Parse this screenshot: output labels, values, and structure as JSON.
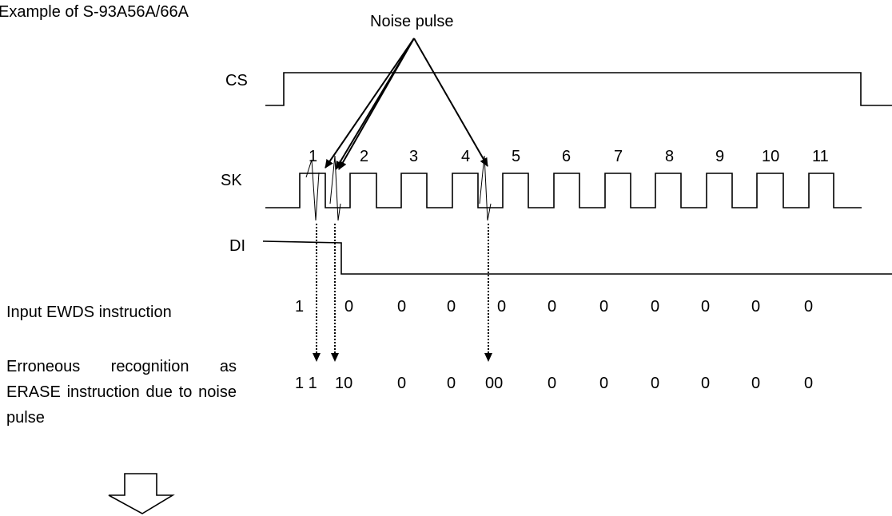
{
  "caption": "Example of S-93A56A/66A",
  "noise_label": "Noise pulse",
  "signals": {
    "cs": "CS",
    "sk": "SK",
    "di": "DI"
  },
  "clock_numbers": [
    "1",
    "2",
    "3",
    "4",
    "5",
    "6",
    "7",
    "8",
    "9",
    "10",
    "11"
  ],
  "rows": {
    "input_label": "Input EWDS instruction",
    "input_bits": [
      "1",
      "0",
      "0",
      "0",
      "0",
      "0",
      "0",
      "0",
      "0",
      "0",
      "0"
    ],
    "erroneous_label": "Erroneous recognition as ERASE instruction due to noise pulse",
    "erroneous_bits": [
      "1 1",
      "10",
      "0",
      "0",
      "00",
      "0",
      "0",
      "0",
      "0",
      "0",
      "0"
    ]
  },
  "icons": {
    "down_arrow": "hollow-down-arrow-icon"
  }
}
